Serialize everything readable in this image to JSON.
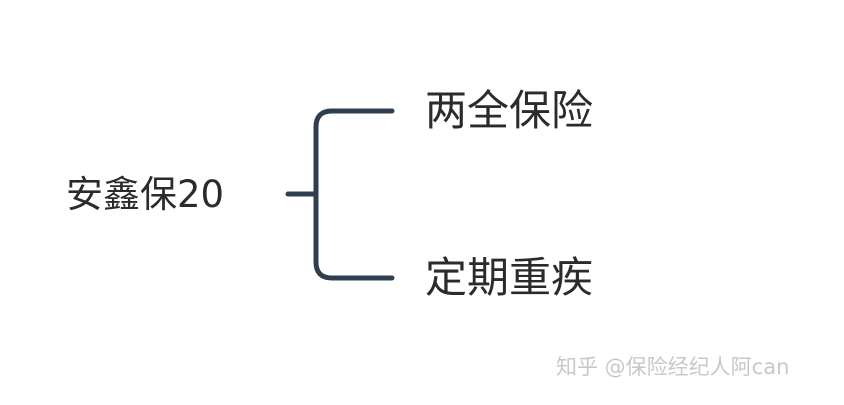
{
  "diagram": {
    "root": "安鑫保20",
    "children": [
      "两全保险",
      "定期重疾"
    ],
    "connector_color": "#2e3e4e"
  },
  "watermark": "知乎 @保险经纪人阿can"
}
